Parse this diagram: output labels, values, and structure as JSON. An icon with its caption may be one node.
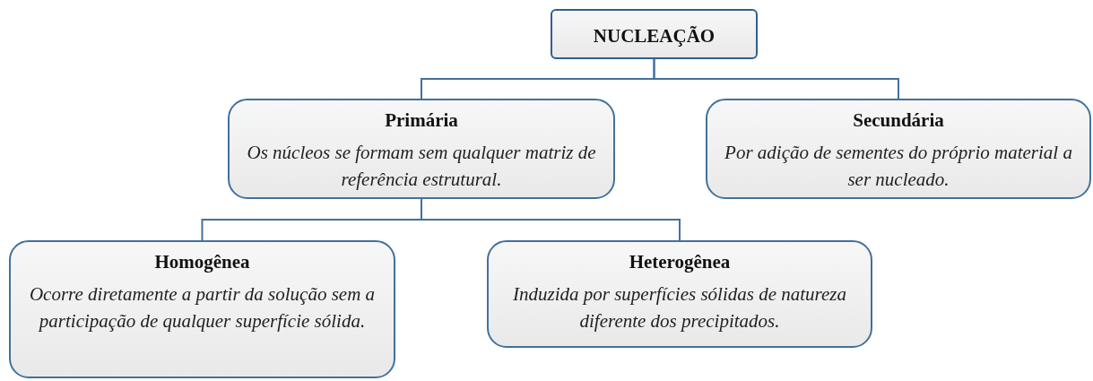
{
  "diagram": {
    "nodes": [
      {
        "text": [
          "NUCLEAÇÃO"
        ]
      },
      {
        "text": [
          "Primária",
          "Os núcleos se formam sem qualquer matriz de referência estrutural."
        ]
      },
      {
        "text": [
          "Secundária",
          "Por adição de sementes do próprio material a ser nucleado."
        ]
      },
      {
        "text": [
          "Homogênea",
          "Ocorre diretamente a partir da solução sem a participação de qualquer superfície sólida."
        ]
      },
      {
        "text": [
          "Heterogênea",
          "Induzida por superfícies sólidas de natureza diferente dos precipitados."
        ]
      }
    ],
    "edges": [
      {
        "from": 0,
        "to": 1,
        "arrow": "none"
      },
      {
        "from": 0,
        "to": 2,
        "arrow": "none"
      },
      {
        "from": 1,
        "to": 3,
        "arrow": "none"
      },
      {
        "from": 1,
        "to": 4,
        "arrow": "none"
      }
    ]
  }
}
